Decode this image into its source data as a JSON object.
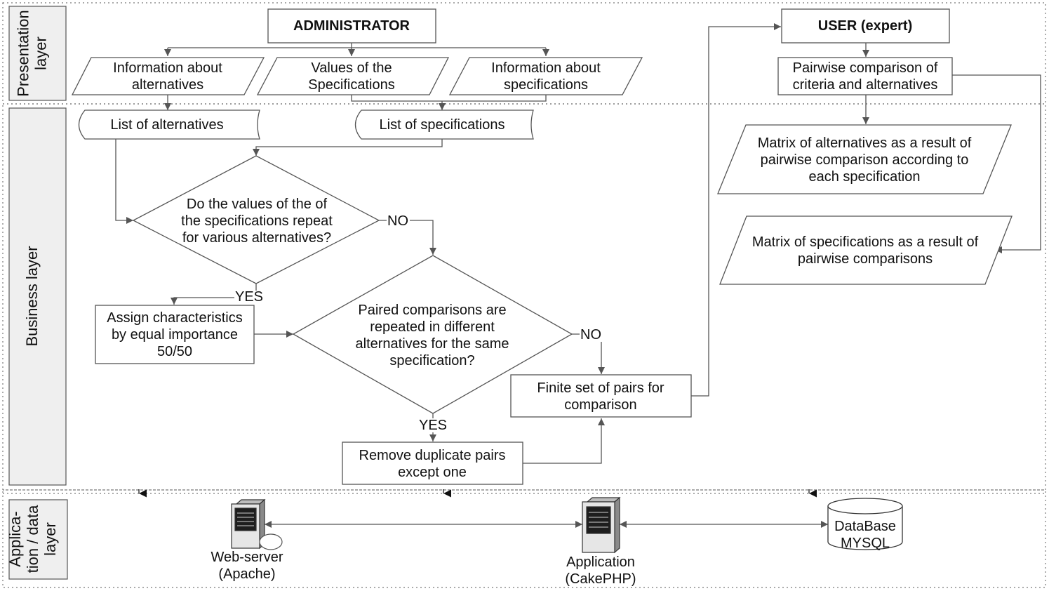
{
  "layers": {
    "presentation": [
      "Presentation",
      "layer"
    ],
    "business": [
      "Business layer"
    ],
    "application": [
      "Applica-",
      "tion / data",
      "layer"
    ]
  },
  "nodes": {
    "administrator": [
      "ADMINISTRATOR"
    ],
    "info_alternatives": [
      "Information about",
      "alternatives"
    ],
    "values_specs": [
      "Values of the",
      "Specifications"
    ],
    "info_specs": [
      "Information about",
      "specifications"
    ],
    "list_alternatives": [
      "List of alternatives"
    ],
    "list_specs": [
      "List of specifications"
    ],
    "decision_repeat": [
      "Do the values of the of",
      "the specifications repeat",
      "for various alternatives?"
    ],
    "assign_equal": [
      "Assign characteristics",
      "by equal importance",
      "50/50"
    ],
    "decision_paired": [
      "Paired comparisons are",
      "repeated in different",
      "alternatives for the same",
      "specification?"
    ],
    "finite_set": [
      "Finite set of pairs for",
      "comparison"
    ],
    "remove_duplicates": [
      "Remove duplicate pairs",
      "except one"
    ],
    "user_expert": [
      "USER (expert)"
    ],
    "pairwise": [
      "Pairwise comparison of",
      "criteria and alternatives"
    ],
    "matrix_alternatives": [
      "Matrix of alternatives as a result of",
      "pairwise comparison according to",
      "each specification"
    ],
    "matrix_specs": [
      "Matrix of specifications as a result of",
      "pairwise comparisons"
    ]
  },
  "edge_labels": {
    "d1_no": "NO",
    "d1_yes": "YES",
    "d2_no": "NO",
    "d2_yes": "YES"
  },
  "components": {
    "web_server": [
      "Web-server",
      "(Apache)"
    ],
    "application": [
      "Application",
      "(CakePHP)"
    ],
    "database": [
      "DataBase",
      "MYSQL"
    ]
  },
  "colors": {
    "stroke": "#555555",
    "layer_fill": "#efefef",
    "text": "#111111"
  }
}
